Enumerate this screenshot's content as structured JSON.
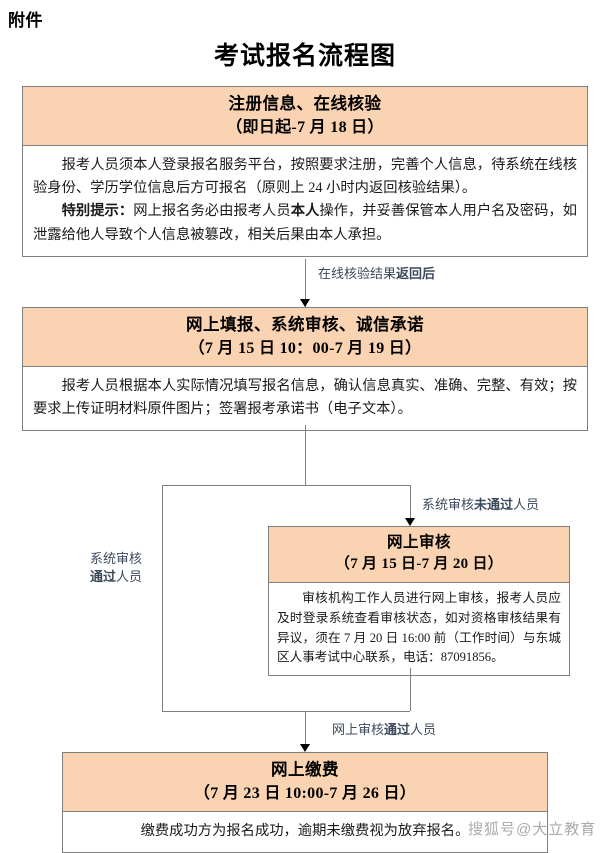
{
  "document": {
    "attachment_label": "附件",
    "title": "考试报名流程图"
  },
  "colors": {
    "header_fill": "#fad3b2",
    "border": "#7f7f7f",
    "label_text": "#3d4a5c",
    "watermark": "#8a8a8a"
  },
  "steps": [
    {
      "id": "register",
      "head_line1": "注册信息、在线核验",
      "head_line2": "（即日起-7 月 18 日）",
      "body_paragraph1_prefix": "",
      "body_paragraph1": "报考人员须本人登录报名服务平台，按照要求注册，完善个人信息，待系统在线核验身份、学历学位信息后方可报名（原则上 24 小时内返回核验结果）。",
      "body_paragraph2_bold_lead": "特别提示：",
      "body_paragraph2_a": "网上报名务必由报考人员",
      "body_paragraph2_bold_mid": "本人",
      "body_paragraph2_b": "操作，并妥善保管本人用户名及密码，如泄露给他人导致个人信息被篡改，相关后果由本人承担。"
    },
    {
      "id": "online-fill",
      "head_line1": "网上填报、系统审核、诚信承诺",
      "head_line2": "（7 月 15 日 10：00-7 月 19 日）",
      "body_paragraph1": "报考人员根据本人实际情况填写报名信息，确认信息真实、准确、完整、有效；按要求上传证明材料原件图片；签署报考承诺书（电子文本）。"
    },
    {
      "id": "online-review",
      "head_line1": "网上审核",
      "head_line2": "（7 月 15 日-7 月 20 日）",
      "body_paragraph1": "审核机构工作人员进行网上审核，报考人员应及时登录系统查看审核状态，如对资格审核结果有异议，须在 7 月 20 日 16:00 前（工作时间）与东城区人事考试中心联系，电话：87091856。"
    },
    {
      "id": "online-pay",
      "head_line1": "网上缴费",
      "head_line2": "（7 月 23 日 10:00-7 月 26 日）",
      "body_paragraph1": "缴费成功方为报名成功，逾期未缴费视为放弃报名。"
    }
  ],
  "edges": [
    {
      "id": "edge-verify-returned",
      "text_plain": "在线核验结果",
      "text_bold": "返回后"
    },
    {
      "id": "edge-system-failed",
      "text_plain": "系统审核",
      "text_bold": "未通过",
      "text_tail": "人员"
    },
    {
      "id": "edge-system-passed",
      "line1": "系统审核",
      "line2_bold": "通过",
      "line2_tail": "人员"
    },
    {
      "id": "edge-review-passed",
      "text_plain": "网上审核",
      "text_bold": "通过",
      "text_tail": "人员"
    }
  ],
  "watermark": {
    "text": "搜狐号@大立教育"
  }
}
